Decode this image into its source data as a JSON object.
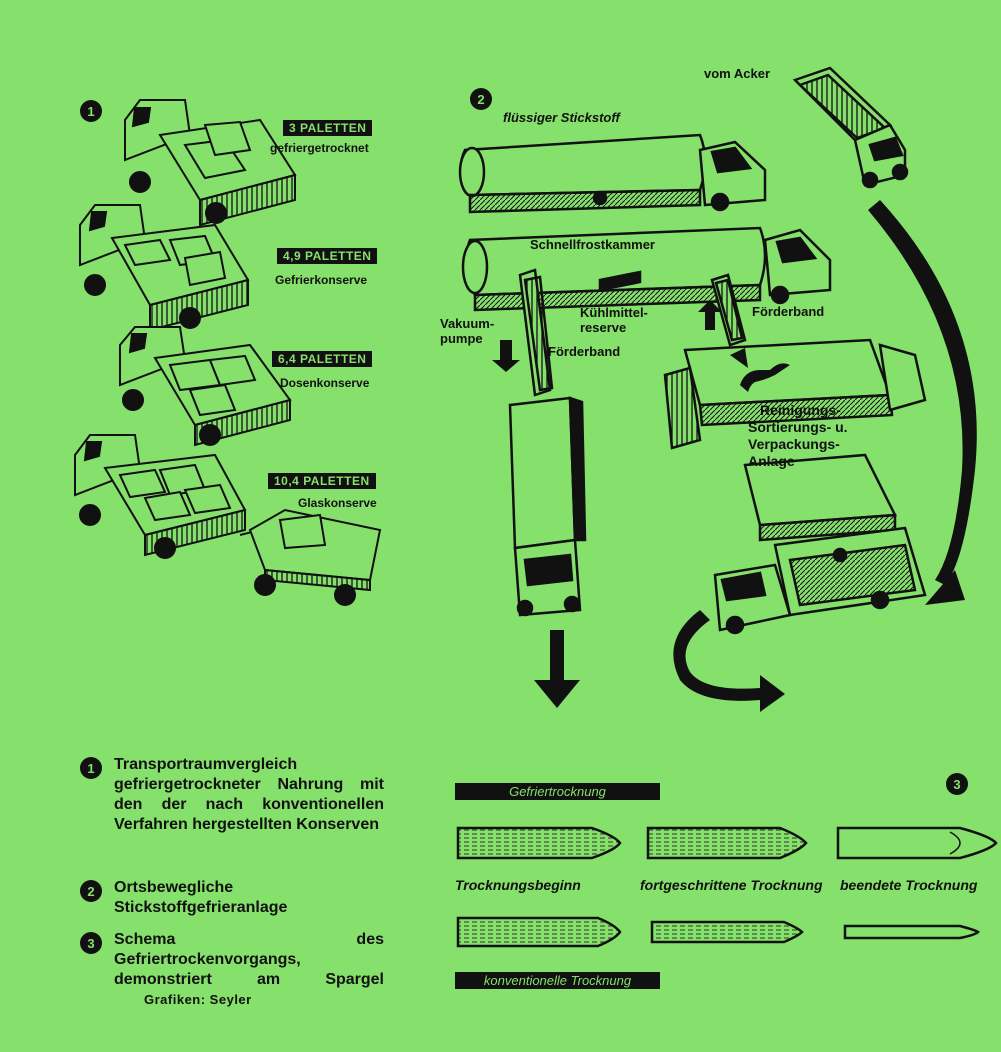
{
  "section1": {
    "badge": "1",
    "trucks": [
      {
        "pallets": "3 PALETTEN",
        "type": "gefriergetrocknet"
      },
      {
        "pallets": "4,9 PALETTEN",
        "type": "Gefrierkonserve"
      },
      {
        "pallets": "6,4 PALETTEN",
        "type": "Dosenkonserve"
      },
      {
        "pallets": "10,4 PALETTEN",
        "type": "Glaskonserve"
      }
    ]
  },
  "section2": {
    "badge": "2",
    "labels": {
      "nitrogen": "flüssiger Stickstoff",
      "freeze_chamber": "Schnellfrostkammer",
      "from_field": "vom Acker",
      "vacuum_pump_1": "Vakuum-",
      "vacuum_pump_2": "pumpe",
      "coolant_1": "Kühlmittel-",
      "coolant_2": "reserve",
      "conveyor_left": "Förderband",
      "conveyor_right": "Förderband",
      "plant_1": "Reinigungs-",
      "plant_2": "Sortierungs- u.",
      "plant_3": "Verpackungs-",
      "plant_4": "Anlage"
    }
  },
  "section3": {
    "badge": "3",
    "freeze_drying": "Gefriertrocknung",
    "conventional": "konventionelle Trocknung",
    "stages": [
      "Trocknungsbeginn",
      "fortgeschrittene Trocknung",
      "beendete Trocknung"
    ]
  },
  "legend": [
    {
      "num": "1",
      "text": "Transportraumvergleich gefriergetrockneter Nahrung mit den der nach konventionellen Verfahren hergestellten Konserven"
    },
    {
      "num": "2",
      "text": "Ortsbewegliche Stickstoffgefrieranlage"
    },
    {
      "num": "3",
      "text": "Schema des Gefriertrockenvorgangs, demonstriert am Spargel",
      "credit": "Grafiken: Seyler"
    }
  ],
  "colors": {
    "background": "#86e06c",
    "ink": "#111111"
  }
}
